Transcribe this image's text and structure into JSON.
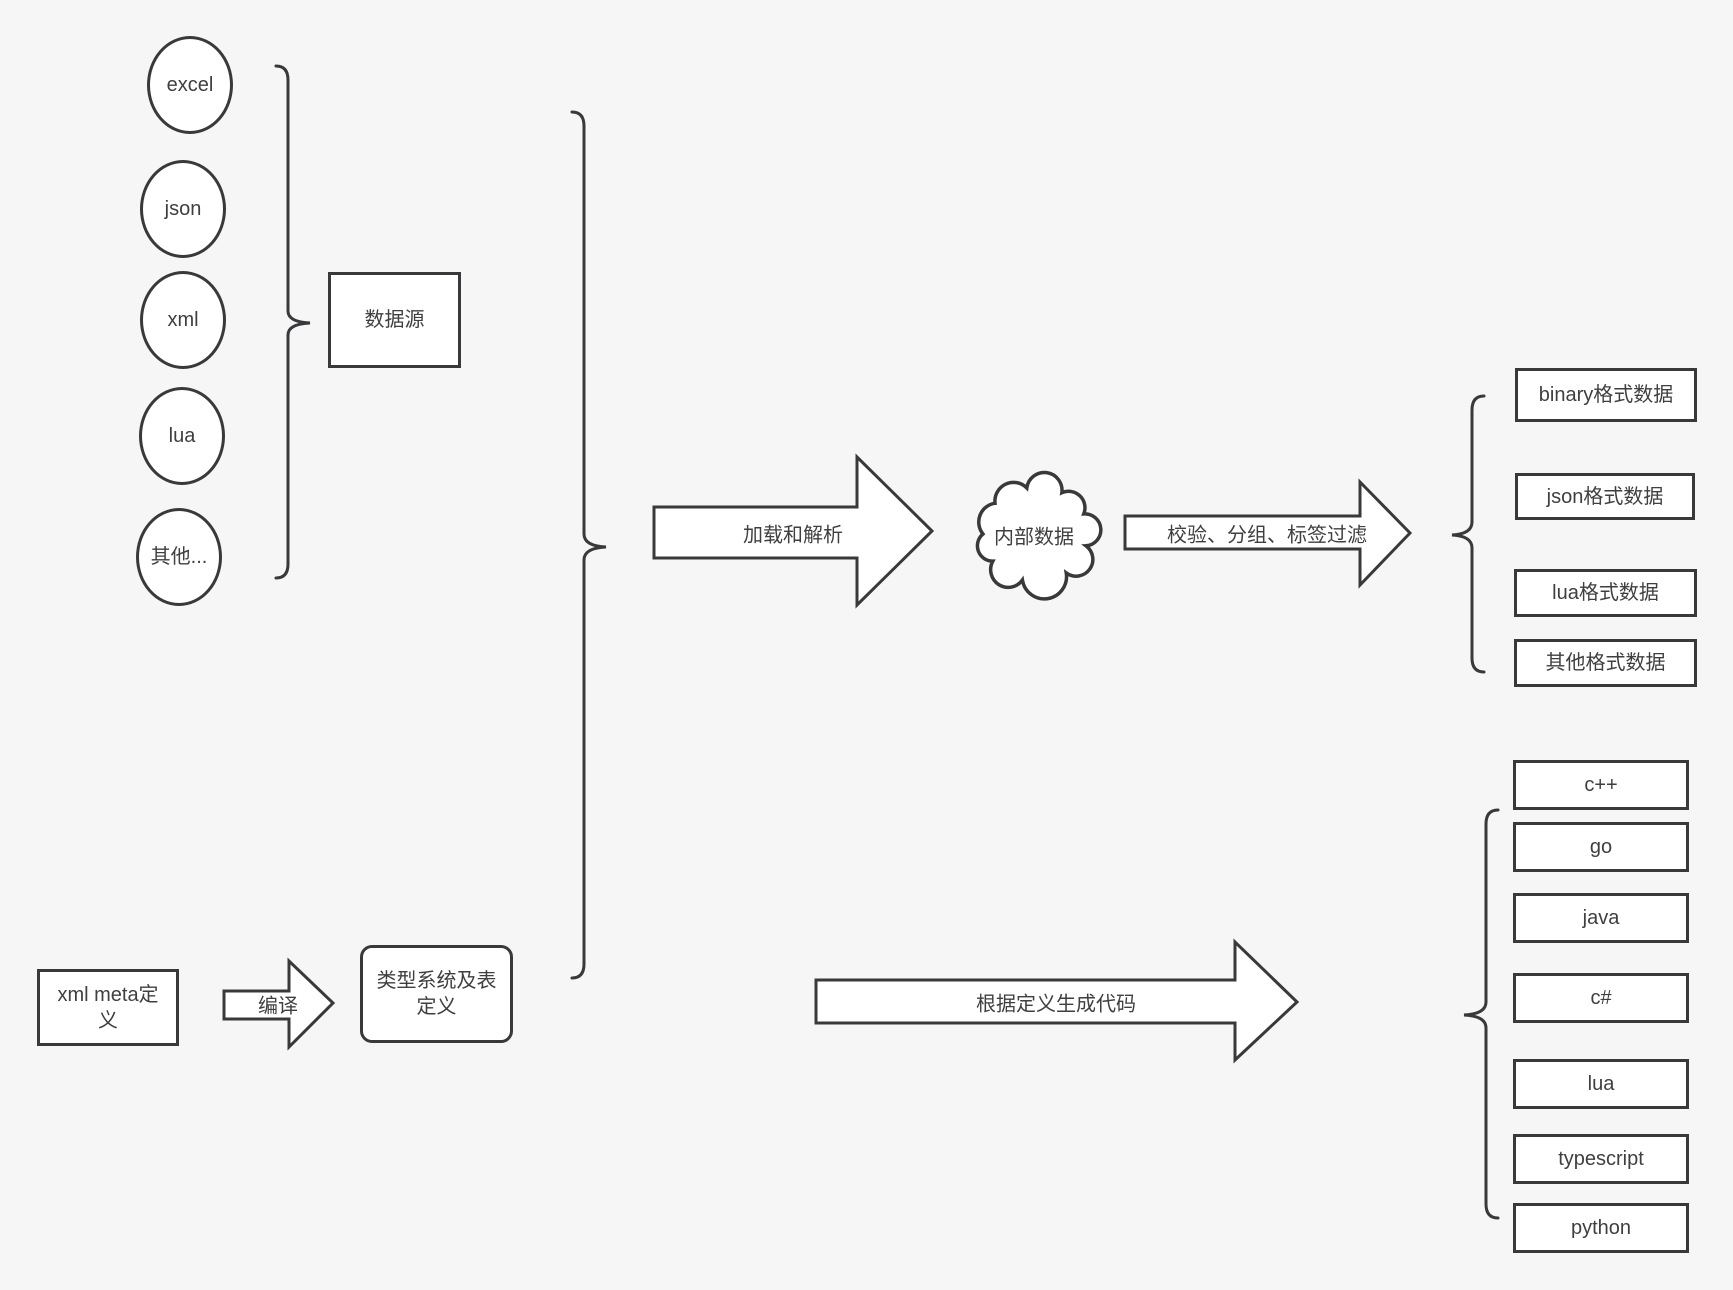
{
  "colors": {
    "background": "#f6f6f6",
    "shape_stroke": "#39393b",
    "shape_fill": "#ffffff",
    "text": "#3f3f3f"
  },
  "sources": {
    "group_label": "数据源",
    "items": [
      {
        "label": "excel"
      },
      {
        "label": "json"
      },
      {
        "label": "xml"
      },
      {
        "label": "lua"
      },
      {
        "label": "其他..."
      }
    ]
  },
  "pipeline": {
    "load_arrow_label": "加载和解析",
    "internal_data_label": "内部数据",
    "filter_arrow_label": "校验、分组、标签过滤",
    "generate_arrow_label": "根据定义生成代码",
    "compile_arrow_label": "编译"
  },
  "definitions": {
    "xml_meta_label": "xml meta定\n义",
    "type_system_label": "类型系统及表\n定义"
  },
  "outputs": {
    "formats": [
      {
        "label": "binary格式数据"
      },
      {
        "label": "json格式数据"
      },
      {
        "label": "lua格式数据"
      },
      {
        "label": "其他格式数据"
      }
    ],
    "languages": [
      {
        "label": "c++"
      },
      {
        "label": "go"
      },
      {
        "label": "java"
      },
      {
        "label": "c#"
      },
      {
        "label": "lua"
      },
      {
        "label": "typescript"
      },
      {
        "label": "python"
      }
    ]
  }
}
